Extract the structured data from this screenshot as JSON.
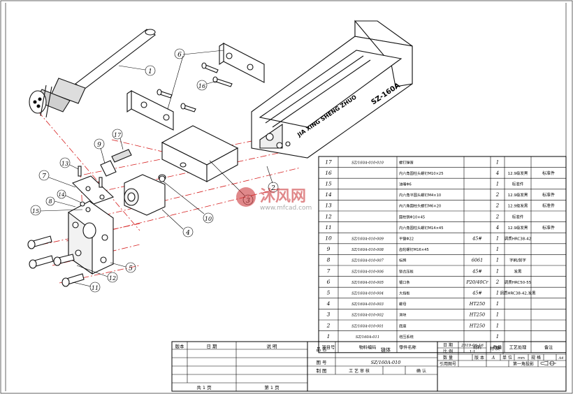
{
  "watermark": {
    "brand": "沐风网",
    "url": "www.mfcad.com"
  },
  "machine_label": "SZ-160A",
  "side_label": "JIA XING SHENG ZHUO",
  "balloons": [
    "1",
    "2",
    "3",
    "4",
    "5",
    "6",
    "7",
    "8",
    "9",
    "10",
    "11",
    "12",
    "13",
    "14",
    "15",
    "16",
    "17"
  ],
  "bom": {
    "rows": [
      {
        "no": "17",
        "code": "SZ/160A-010-010",
        "name": "螺钉弹簧",
        "material": "",
        "qty": "1",
        "treat": "",
        "note": ""
      },
      {
        "no": "16",
        "code": "",
        "name": "内六角圆柱头螺钉M10×25",
        "material": "",
        "qty": "4",
        "treat": "12.9级发黑",
        "note": "标准件"
      },
      {
        "no": "15",
        "code": "",
        "name": "油嘴Φ6",
        "material": "",
        "qty": "1",
        "treat": "标准件",
        "note": ""
      },
      {
        "no": "14",
        "code": "",
        "name": "内六角平圆头螺钉M4×10",
        "material": "",
        "qty": "2",
        "treat": "12.9级发黑",
        "note": "标准件"
      },
      {
        "no": "13",
        "code": "",
        "name": "内六角圆柱头螺钉M6×20",
        "material": "",
        "qty": "2",
        "treat": "12.9级发黑",
        "note": "标准件"
      },
      {
        "no": "12",
        "code": "",
        "name": "圆柱销Φ10×45",
        "material": "",
        "qty": "2",
        "treat": "标准件",
        "note": ""
      },
      {
        "no": "11",
        "code": "",
        "name": "内六角圆柱头螺钉M14×45",
        "material": "",
        "qty": "4",
        "treat": "12.9级发黑",
        "note": "标准件"
      },
      {
        "no": "10",
        "code": "SZ/160A-010-009",
        "name": "平键Φ22",
        "material": "45#",
        "qty": "1",
        "treat": "调质HRC38-42",
        "note": ""
      },
      {
        "no": "9",
        "code": "SZ/160A-010-008",
        "name": "齿轮螺钉M16×45",
        "material": "",
        "qty": "1",
        "treat": "",
        "note": ""
      },
      {
        "no": "8",
        "code": "SZ/160A-010-007",
        "name": "标牌",
        "material": "6061",
        "qty": "1",
        "treat": "字刷/刻字",
        "note": ""
      },
      {
        "no": "7",
        "code": "SZ/160A-010-006",
        "name": "锁合压板",
        "material": "45#",
        "qty": "1",
        "treat": "发黑",
        "note": ""
      },
      {
        "no": "6",
        "code": "SZ/160A-010-005",
        "name": "镶口条",
        "material": "P20/40Cr",
        "qty": "2",
        "treat": "调质HRC50-55",
        "note": ""
      },
      {
        "no": "5",
        "code": "SZ/160A-010-004",
        "name": "大挡板",
        "material": "45#",
        "qty": "1",
        "treat": "调质HRC38-42,发黑",
        "note": ""
      },
      {
        "no": "4",
        "code": "SZ/160A-010-003",
        "name": "螺母",
        "material": "HT250",
        "qty": "1",
        "treat": "",
        "note": ""
      },
      {
        "no": "3",
        "code": "SZ/160A-010-002",
        "name": "滑块",
        "material": "HT250",
        "qty": "1",
        "treat": "",
        "note": ""
      },
      {
        "no": "2",
        "code": "SZ/160A-010-001",
        "name": "底座",
        "material": "HT250",
        "qty": "1",
        "treat": "",
        "note": ""
      },
      {
        "no": "1",
        "code": "SZ/160A-011",
        "name": "增压系统",
        "material": "",
        "qty": "1",
        "treat": "",
        "note": ""
      }
    ],
    "header": {
      "no": "项目号",
      "code": "物料编码",
      "name": "零件名称",
      "material": "材料",
      "qty": "数量",
      "treat": "工艺处理",
      "note": "备注"
    }
  },
  "title_block": {
    "rev_ver": "版本",
    "rev_date": "日 期",
    "rev_desc": "说 明",
    "name_label": "品 名",
    "name_value": "链体",
    "drawing_no_label": "图 号",
    "drawing_no_value": "SZ/160A-010",
    "draft_label": "制 图",
    "review_label": "工 艺 审 核",
    "confirm_label": "确 认",
    "date_label": "日 期",
    "date_value": "2019-06-16",
    "scale_label": "比 例",
    "scale_value": "1:1",
    "qty_label": "数 量",
    "version_label": "版 本",
    "version_value": "A",
    "unit_label": "单 位",
    "unit_value": "mm",
    "format_label": "规 格",
    "format_value": "A4",
    "material_label": "材 质",
    "ref_label": "引用图号",
    "projection": "第一角投影",
    "total_pages": "共 1 页",
    "page_no": "第 1 页"
  }
}
